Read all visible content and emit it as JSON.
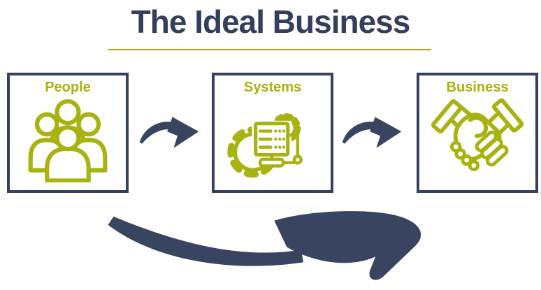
{
  "title": "The Ideal Business",
  "steps": [
    {
      "label": "People",
      "icon": "people-group-icon"
    },
    {
      "label": "Systems",
      "icon": "server-gears-icon"
    },
    {
      "label": "Business",
      "icon": "handshake-icon"
    }
  ],
  "connectors": {
    "between_boxes_icon": "curved-swoosh-arrow-right-icon",
    "bottom_loop_icon": "large-curved-swoosh-arrow-right-icon"
  },
  "colors": {
    "navy_shapes": "#384460",
    "navy_title": "#333F5D",
    "box_border": "#36415E",
    "green": "#A8B211",
    "title_underline": "#A4AA0B",
    "background": "#FFFFFF"
  }
}
